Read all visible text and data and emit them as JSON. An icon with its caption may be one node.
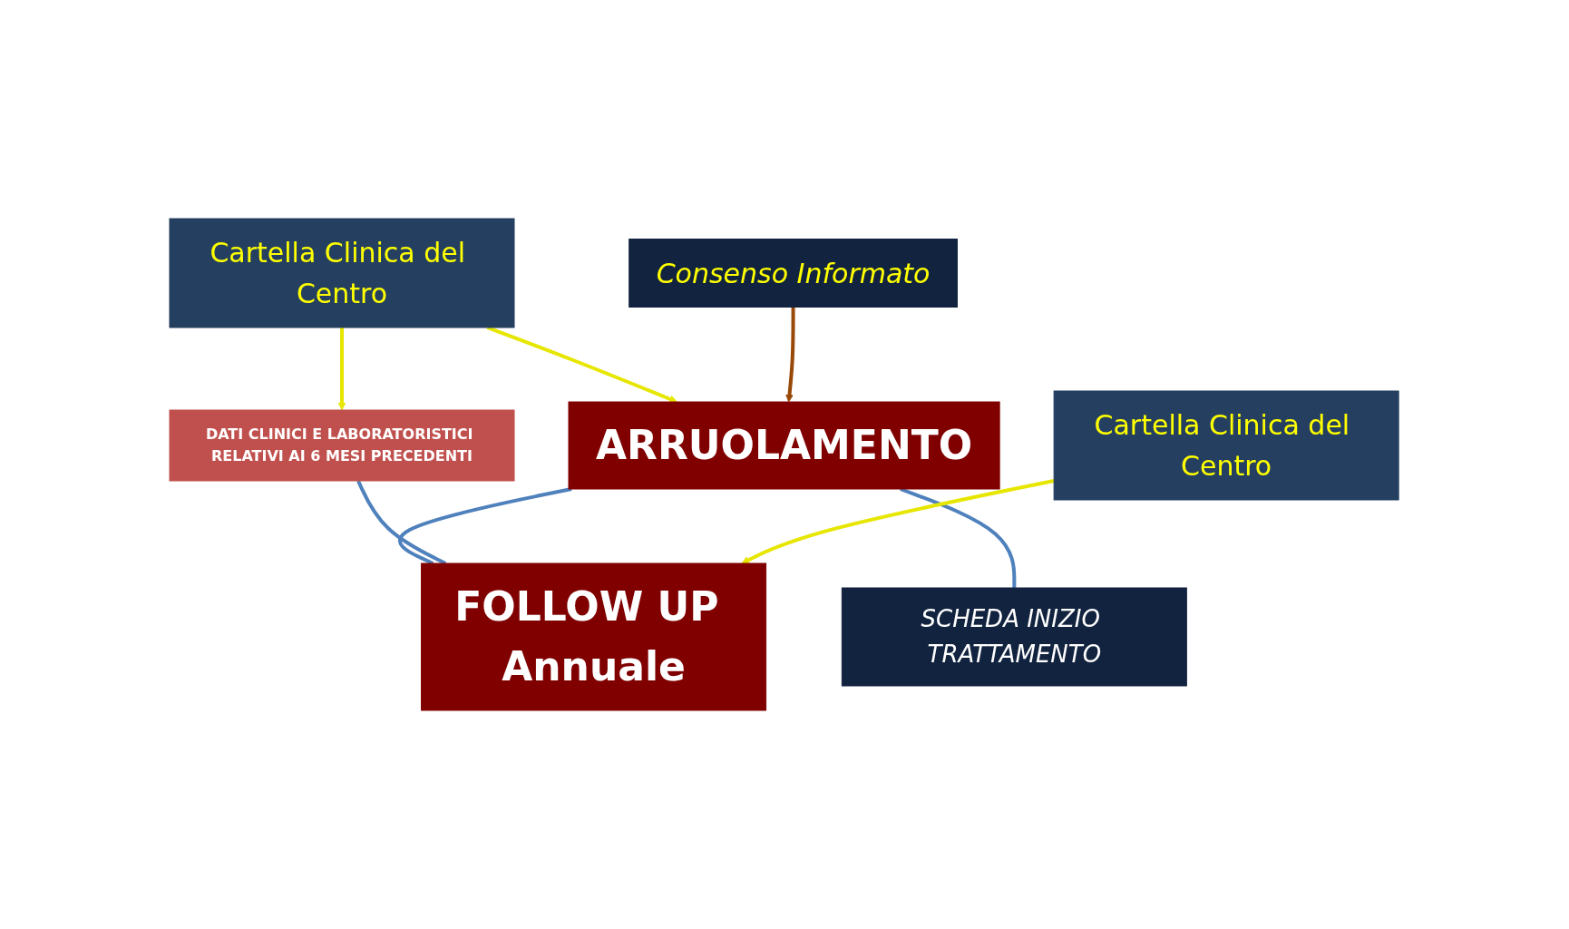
{
  "diagram": {
    "nodes": [
      {
        "text": [
          "Cartella Clinica del Centro"
        ]
      },
      {
        "text": [
          "ARRUOLAMENTO"
        ]
      },
      {
        "text": [
          "Consenso Informato"
        ]
      },
      {
        "text": [
          "SCHEDA INIZIO TRATTAMENTO"
        ]
      },
      {
        "text": [
          "DATI CLINICI E LABORATORISTICI RELATIVI AI 6 MESI PRECEDENTI"
        ]
      },
      {
        "text": [
          "Cartella Clinica del Centro"
        ]
      },
      {
        "text": [
          "FOLLOW UP Annuale"
        ]
      }
    ],
    "edges": [
      {
        "from": 0,
        "to": 1,
        "arrow": "to"
      },
      {
        "from": 2,
        "to": 1,
        "arrow": "to",
        "color": "#984807"
      },
      {
        "from": 0,
        "to": 4,
        "arrow": "to"
      },
      {
        "from": 1,
        "to": 6,
        "arrow": "none",
        "color": "#4f81bd"
      },
      {
        "from": 1,
        "to": 3,
        "arrow": "none",
        "color": "#4f81bd"
      },
      {
        "from": 4,
        "to": 6,
        "arrow": "none",
        "color": "#4f81bd"
      },
      {
        "from": 5,
        "to": 6,
        "arrow": "to"
      }
    ]
  }
}
